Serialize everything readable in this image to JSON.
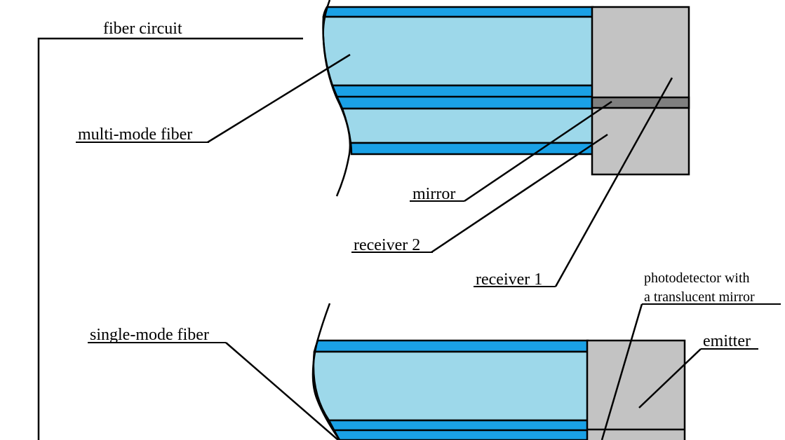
{
  "labels": {
    "fiber_circuit": "fiber circuit",
    "multi_mode_fiber": "multi-mode fiber",
    "mirror": "mirror",
    "receiver_2": "receiver 2",
    "receiver_1": "receiver 1",
    "photodetector_line1": "photodetector with",
    "photodetector_line2": "a translucent mirror",
    "emitter": "emitter",
    "single_mode_fiber": "single-mode fiber"
  },
  "colors": {
    "cladding": "#1aa1e6",
    "core": "#9dd8ea",
    "block": "#c3c3c3",
    "mirror_strip": "#7f7f7f",
    "outline": "#000000"
  }
}
